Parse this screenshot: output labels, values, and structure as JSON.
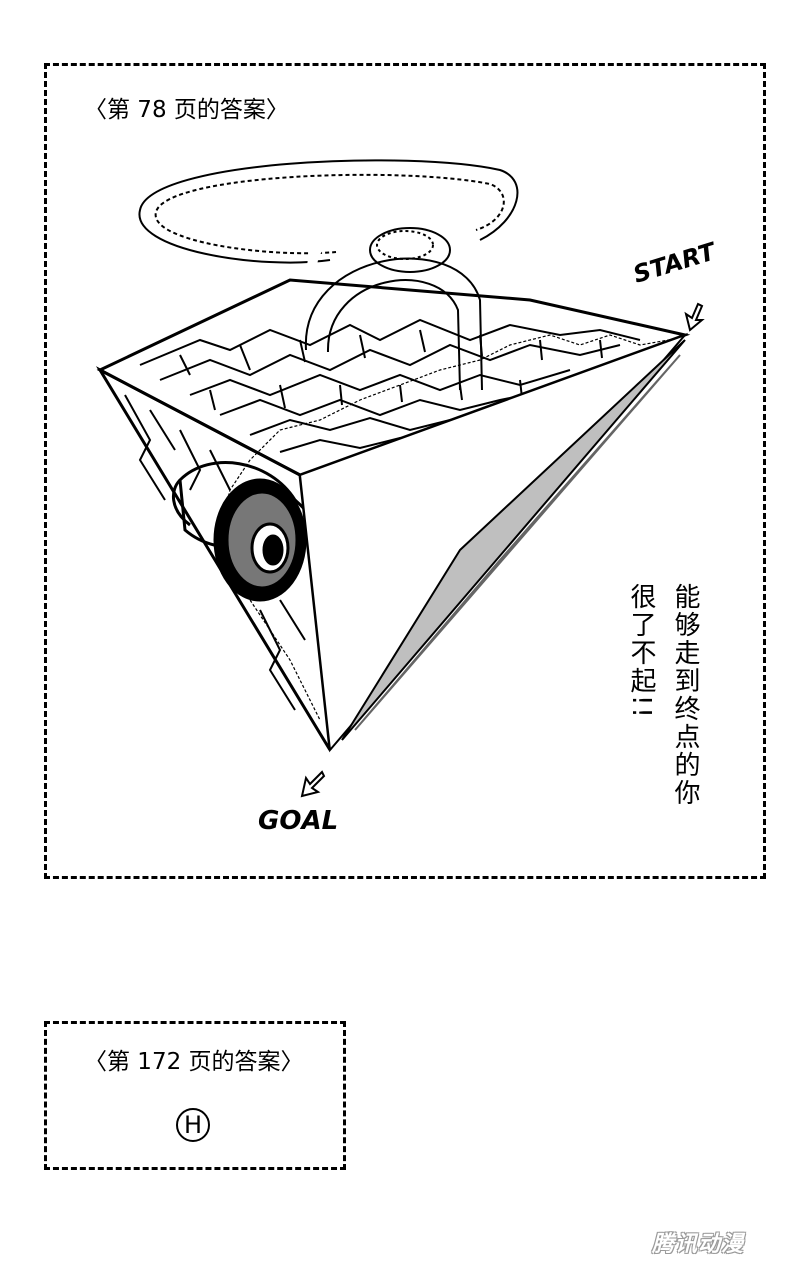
{
  "answer_78": {
    "caption": "〈第 78 页的答案〉",
    "start_label": "START",
    "goal_label": "GOAL",
    "message_line1": "能够走到终点的你",
    "message_line2": "很了不起!!"
  },
  "answer_172": {
    "caption": "〈第 172 页的答案〉",
    "answer": "H"
  },
  "watermark": "腾讯动漫",
  "icons": [
    "maze-pyramid-icon",
    "start-arrow-icon",
    "goal-arrow-icon",
    "eye-icon",
    "rope-loop-icon"
  ],
  "colors": {
    "ink": "#000000",
    "paper": "#ffffff",
    "watermark_outline": "#9a9a9a"
  }
}
